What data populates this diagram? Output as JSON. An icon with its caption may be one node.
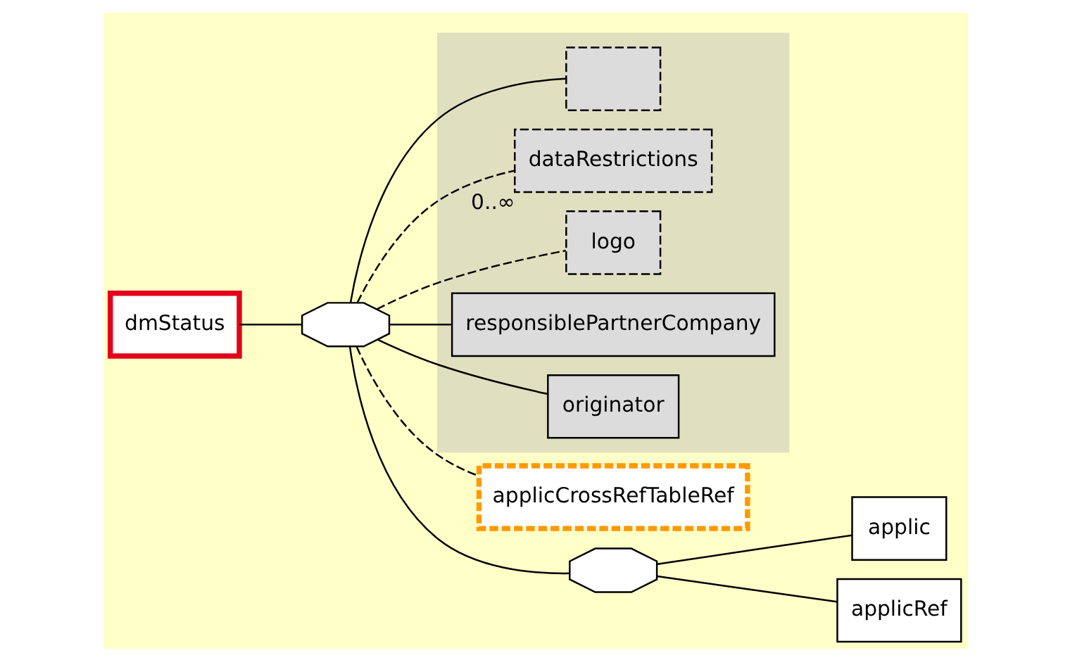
{
  "diagram": {
    "nodes": [
      {
        "text": [
          "dmStatus"
        ]
      },
      {
        "text": [],
        "shape": "band"
      },
      {
        "text": [],
        "shape": "box",
        "in": 1
      },
      {
        "text": [
          "dataRestrictions"
        ],
        "in": 1,
        "beside": [
          "0..∞"
        ]
      },
      {
        "text": [
          "logo"
        ],
        "in": 1
      },
      {
        "text": [
          "responsiblePartnerCompany"
        ],
        "in": 1
      },
      {
        "text": [
          "originator"
        ],
        "in": 1
      },
      {
        "text": [
          "applicCrossRefTableRef"
        ]
      },
      {
        "text": [],
        "shape": "octagon"
      },
      {
        "text": [
          "applic"
        ]
      },
      {
        "text": [
          "applicRef"
        ]
      },
      {
        "text": [],
        "shape": "octagon"
      }
    ],
    "edges": [
      {
        "from": 0,
        "to": 11,
        "arrow": "none"
      },
      {
        "from": 11,
        "to": 2,
        "arrow": "none"
      },
      {
        "from": 11,
        "to": 3,
        "arrow": "none",
        "style": "dashed"
      },
      {
        "from": 11,
        "to": 4,
        "arrow": "none",
        "style": "dashed"
      },
      {
        "from": 11,
        "to": 5,
        "arrow": "none"
      },
      {
        "from": 11,
        "to": 6,
        "arrow": "none"
      },
      {
        "from": 11,
        "to": 7,
        "arrow": "none",
        "style": "dashed"
      },
      {
        "from": 11,
        "to": 8,
        "arrow": "none"
      },
      {
        "from": 8,
        "to": 9,
        "arrow": "none"
      },
      {
        "from": 8,
        "to": 10,
        "arrow": "none"
      }
    ]
  }
}
